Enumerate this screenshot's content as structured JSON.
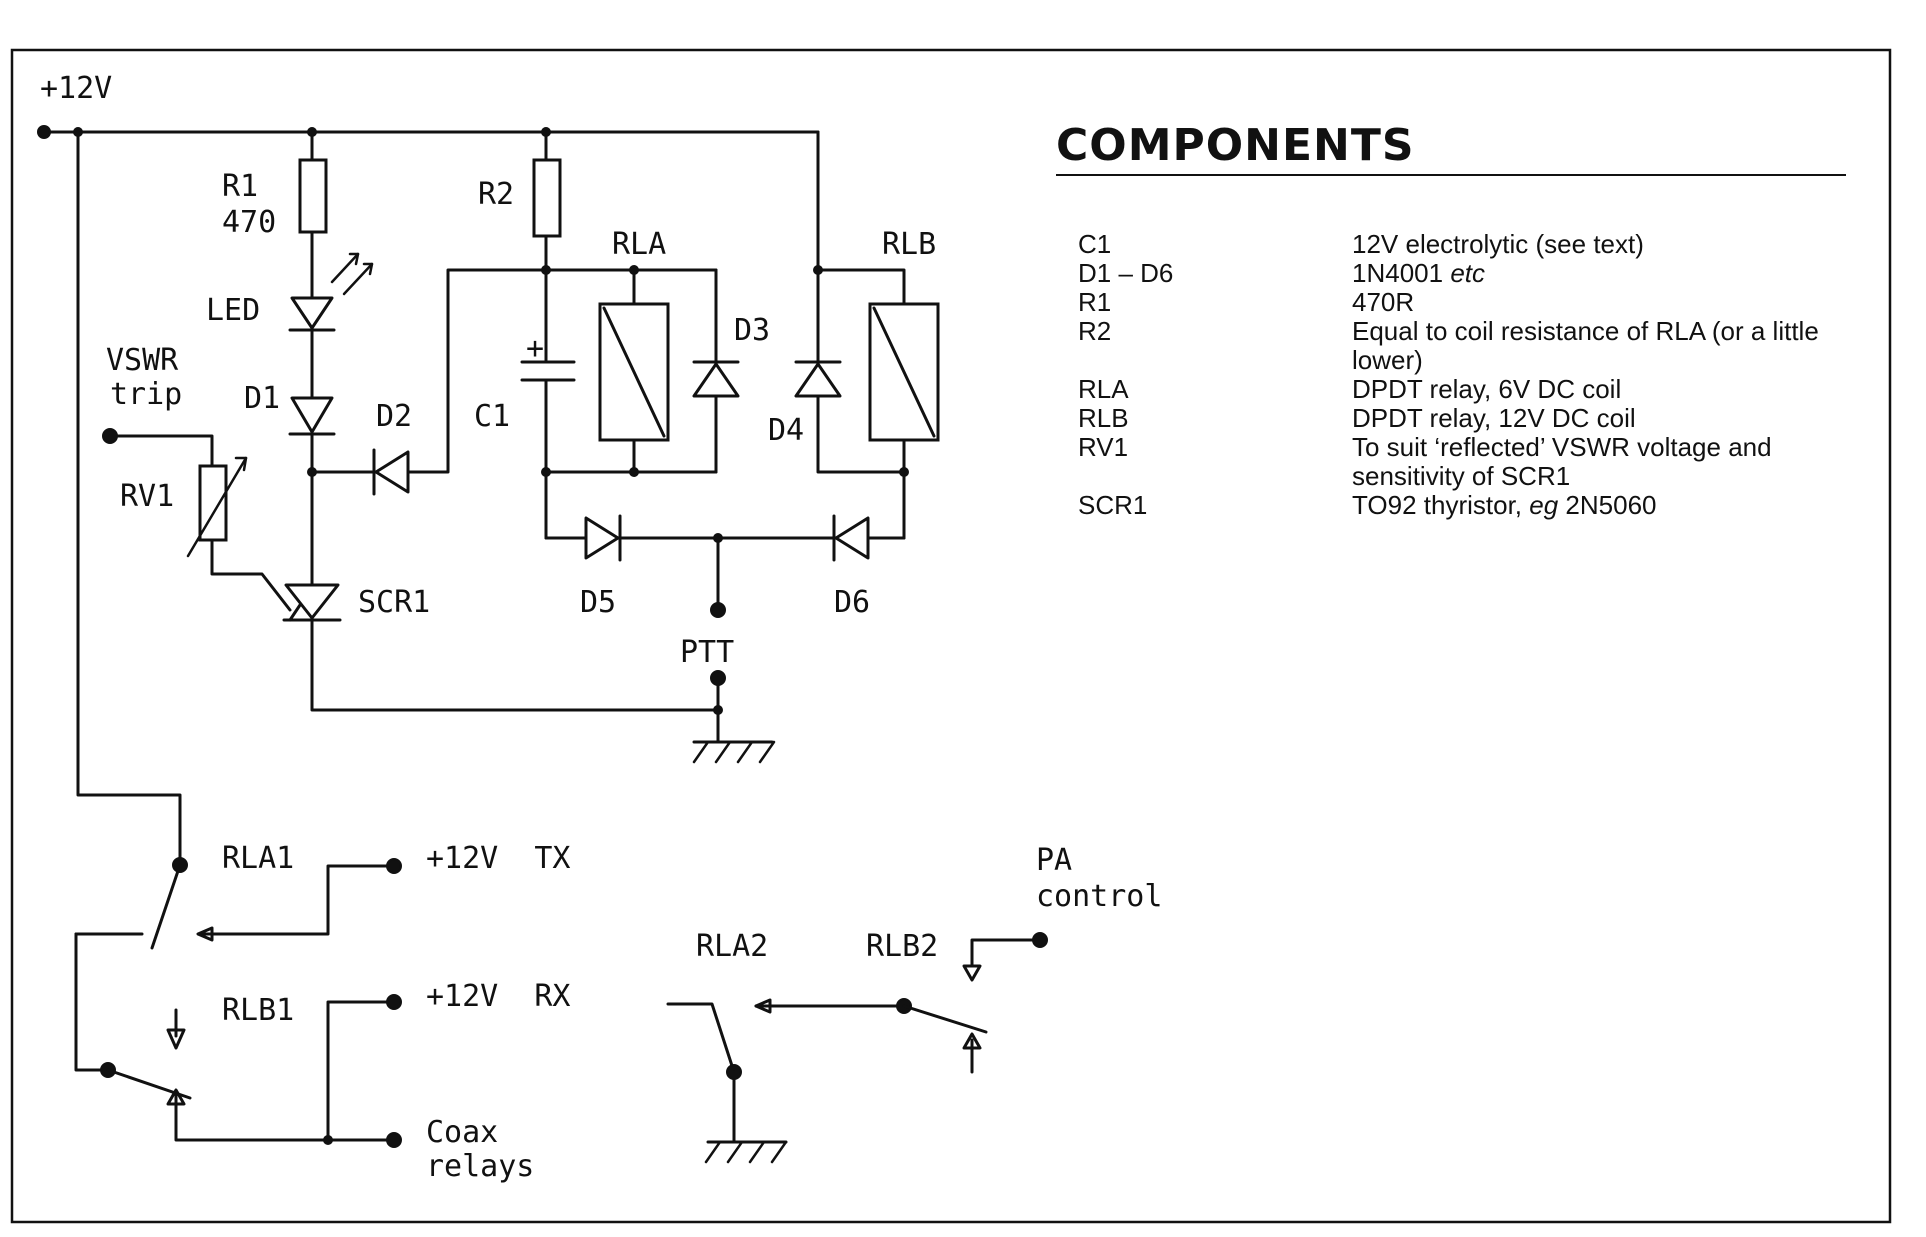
{
  "labels": {
    "v12": "+12V",
    "r1": "R1",
    "r1_value": "470",
    "r2": "R2",
    "led": "LED",
    "vswr1": "VSWR",
    "vswr2": "trip",
    "d1": "D1",
    "d2": "D2",
    "c1": "C1",
    "rla": "RLA",
    "rlb": "RLB",
    "d3": "D3",
    "d4": "D4",
    "rv1": "RV1",
    "scr1": "SCR1",
    "d5": "D5",
    "d6": "D6",
    "ptt": "PTT",
    "rla1": "RLA1",
    "rlb1": "RLB1",
    "tx": "+12V  TX",
    "rx": "+12V  RX",
    "rla2": "RLA2",
    "rlb2": "RLB2",
    "pa1": "PA",
    "pa2": "control",
    "coax1": "Coax",
    "coax2": "relays",
    "cap_plus": "+"
  },
  "components": {
    "title": "COMPONENTS",
    "rows": [
      {
        "ref": "C1",
        "desc": "12V electrolytic (see text)"
      },
      {
        "ref": "D1 – D6",
        "desc": "1N4001",
        "desc_italic": "etc"
      },
      {
        "ref": "R1",
        "desc": "470R"
      },
      {
        "ref": "R2",
        "desc": "Equal to coil resistance of RLA (or a little lower)"
      },
      {
        "ref": "RLA",
        "desc": "DPDT relay, 6V DC coil"
      },
      {
        "ref": "RLB",
        "desc": "DPDT relay, 12V DC coil"
      },
      {
        "ref": "RV1",
        "desc": "To suit ‘reflected’ VSWR voltage and sensitivity of SCR1"
      },
      {
        "ref": "SCR1",
        "desc": "TO92 thyristor,",
        "desc_italic": "eg",
        "desc_after": "2N5060"
      }
    ]
  }
}
